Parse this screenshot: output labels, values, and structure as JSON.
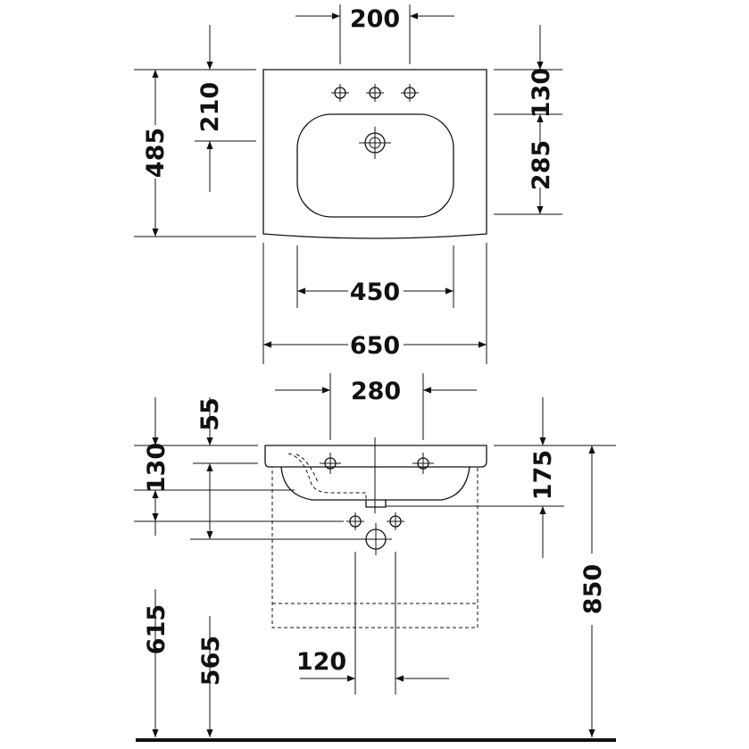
{
  "plan_view": {
    "d_200": "200",
    "d_130": "130",
    "d_210": "210",
    "d_485": "485",
    "d_285": "285",
    "d_450": "450",
    "d_650": "650"
  },
  "section_view": {
    "d_280": "280",
    "d_55": "55",
    "d_130": "130",
    "d_175": "175",
    "d_615": "615",
    "d_565": "565",
    "d_850": "850",
    "d_120": "120"
  },
  "colors": {
    "ink": "#111111",
    "background": "#ffffff"
  }
}
